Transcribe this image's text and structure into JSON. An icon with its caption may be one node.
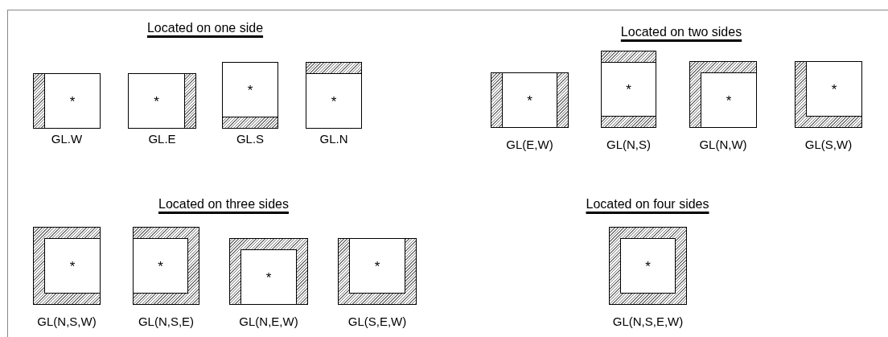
{
  "diagram": {
    "nodes": [
      {
        "text": [
          "*"
        ],
        "beside": [
          "GL.W"
        ]
      },
      {
        "text": [
          "*"
        ],
        "beside": [
          "GL.E"
        ]
      },
      {
        "text": [
          "*"
        ],
        "beside": [
          "GL.S"
        ]
      },
      {
        "text": [
          "*"
        ],
        "beside": [
          "GL.N"
        ]
      },
      {
        "text": [
          "*"
        ],
        "beside": [
          "GL(E,W)"
        ]
      },
      {
        "text": [
          "*"
        ],
        "beside": [
          "GL(N,S)"
        ]
      },
      {
        "text": [
          "*"
        ],
        "beside": [
          "GL(N,W)"
        ]
      },
      {
        "text": [
          "*"
        ],
        "beside": [
          "GL(S,W)"
        ]
      },
      {
        "text": [
          "*"
        ],
        "beside": [
          "GL(N,S,W)"
        ]
      },
      {
        "text": [
          "*"
        ],
        "beside": [
          "GL(N,S,E)"
        ]
      },
      {
        "text": [
          "*"
        ],
        "beside": [
          "GL(N,E,W)"
        ]
      },
      {
        "text": [
          "*"
        ],
        "beside": [
          "GL(S,E,W)"
        ]
      },
      {
        "text": [
          "*"
        ],
        "beside": [
          "GL(N,S,E,W)"
        ]
      }
    ],
    "edges": [],
    "labels": [
      "Located on one side",
      "Located on two sides",
      "Located on three sides",
      "Located on four sides"
    ]
  }
}
